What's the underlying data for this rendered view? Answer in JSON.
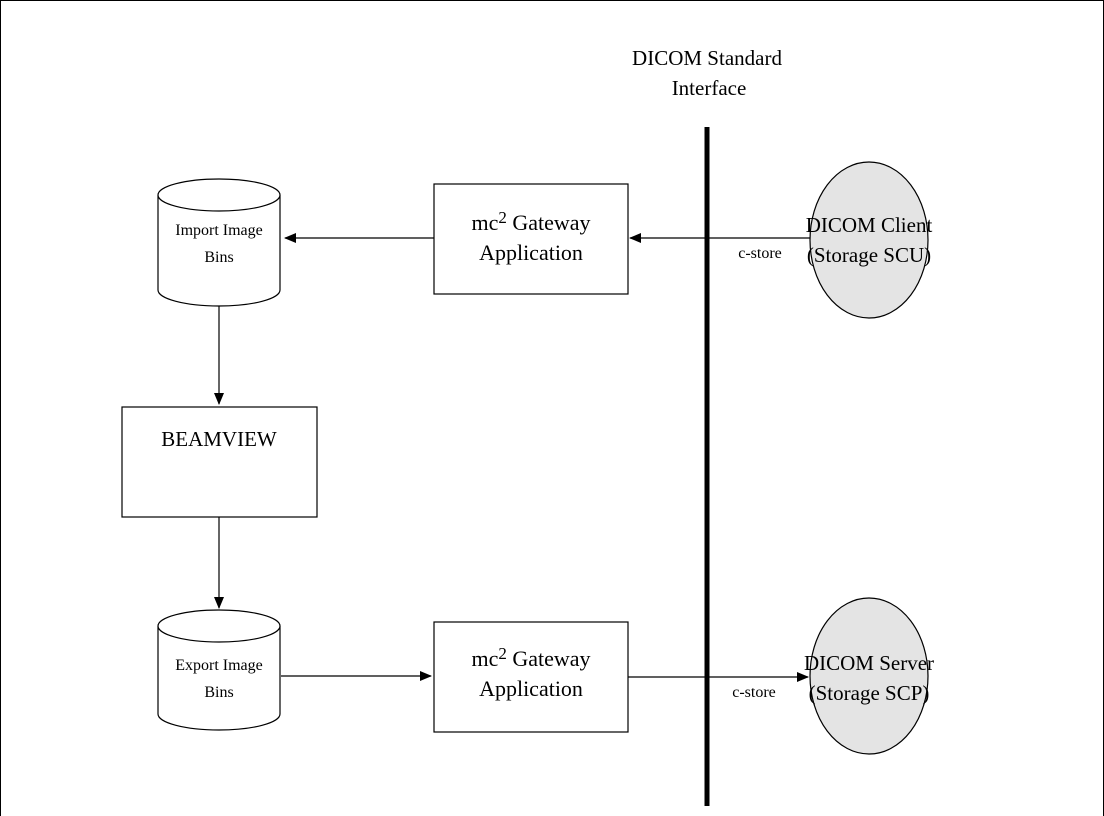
{
  "interface": {
    "line1": "DICOM Standard",
    "line2": "Interface"
  },
  "import_bins": {
    "line1": "Import Image",
    "line2": "Bins"
  },
  "export_bins": {
    "line1": "Export Image",
    "line2": "Bins"
  },
  "gateway_top": {
    "prefix": "mc",
    "sup": "2",
    "suffix": " Gateway",
    "line2": "Application"
  },
  "gateway_bottom": {
    "prefix": "mc",
    "sup": "2",
    "suffix": " Gateway",
    "line2": "Application"
  },
  "beamview": {
    "label": "BEAMVIEW"
  },
  "client": {
    "line1": "DICOM Client",
    "line2": "(Storage SCU)"
  },
  "server": {
    "line1": "DICOM Server",
    "line2": "(Storage SCP)"
  },
  "arrows": {
    "top_label": "c-store",
    "bottom_label": "c-store"
  },
  "colors": {
    "node_fill": "#e4e4e4",
    "stroke": "#000000"
  }
}
